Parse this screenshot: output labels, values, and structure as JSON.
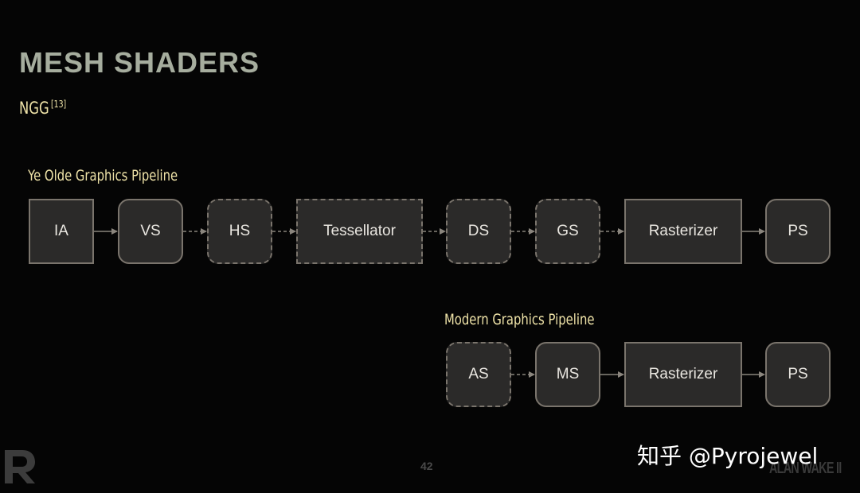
{
  "slide": {
    "title": "MESH SHADERS",
    "subtitle": "NGG",
    "subtitle_ref": "[13]",
    "page_number": "42",
    "footer_logo_left": "R",
    "footer_logo_right": "ALAN WAKE II",
    "watermark": "知乎 @Pyrojewel"
  },
  "pipelines": {
    "old": {
      "label": "Ye Olde Graphics Pipeline",
      "stages": [
        {
          "name": "IA",
          "shape": "square",
          "border": "solid"
        },
        {
          "name": "VS",
          "shape": "rounded",
          "border": "solid"
        },
        {
          "name": "HS",
          "shape": "rounded",
          "border": "dashed"
        },
        {
          "name": "Tessellator",
          "shape": "square",
          "border": "dashed"
        },
        {
          "name": "DS",
          "shape": "rounded",
          "border": "dashed"
        },
        {
          "name": "GS",
          "shape": "rounded",
          "border": "dashed"
        },
        {
          "name": "Rasterizer",
          "shape": "square",
          "border": "solid"
        },
        {
          "name": "PS",
          "shape": "rounded",
          "border": "solid"
        }
      ]
    },
    "modern": {
      "label": "Modern Graphics Pipeline",
      "stages": [
        {
          "name": "AS",
          "shape": "rounded",
          "border": "dashed"
        },
        {
          "name": "MS",
          "shape": "rounded",
          "border": "solid"
        },
        {
          "name": "Rasterizer",
          "shape": "square",
          "border": "solid"
        },
        {
          "name": "PS",
          "shape": "rounded",
          "border": "solid"
        }
      ]
    }
  },
  "colors": {
    "title": "#a6ad9e",
    "accent": "#efe3a8",
    "node_fill": "#2b2a29",
    "node_border": "#7a746c",
    "arrow": "#8a857d"
  }
}
